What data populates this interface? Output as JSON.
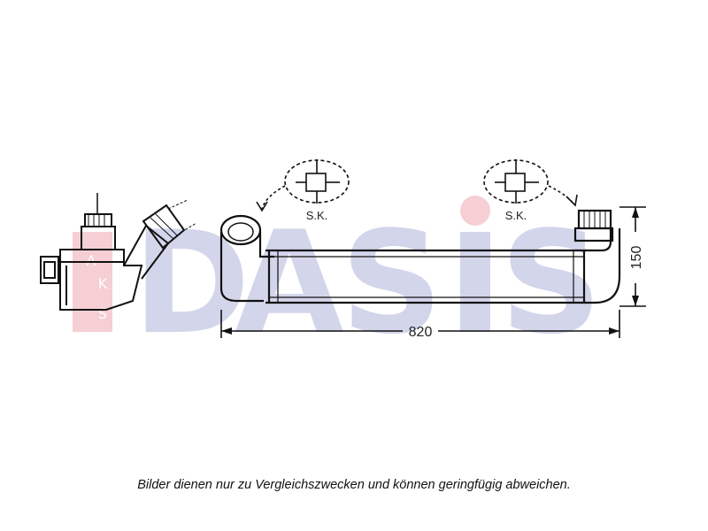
{
  "watermark": {
    "text": "DASIS",
    "accent_letters": "AKS",
    "color_blue": "#3a45a8",
    "color_red": "#d42a3c"
  },
  "detail_marks": [
    {
      "label": "S.K."
    },
    {
      "label": "S.K."
    }
  ],
  "dimensions": {
    "length": "820",
    "height": "150"
  },
  "caption": "Bilder dienen nur zu Vergleichszwecken und können geringfügig abweichen."
}
